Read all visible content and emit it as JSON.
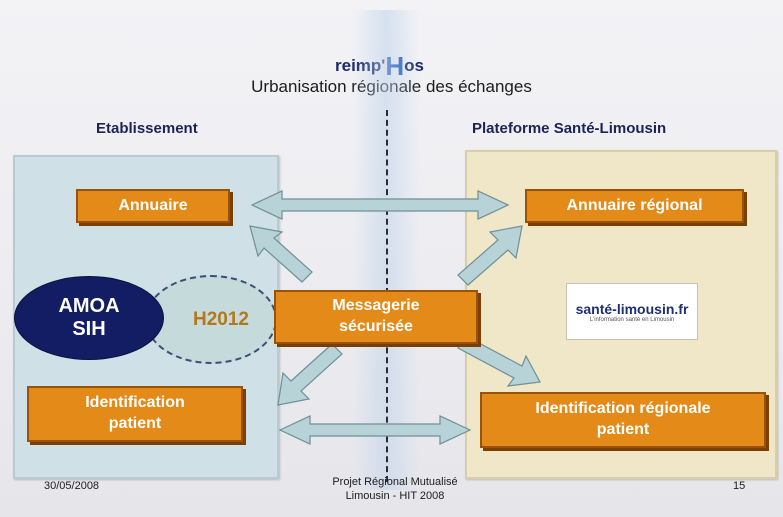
{
  "header": {
    "logo_prefix": "reimp'",
    "logo_h": "H",
    "logo_suffix": "os",
    "subtitle": "Urbanisation régionale des échanges"
  },
  "left_column": {
    "title": "Etablissement",
    "directory": "Annuaire",
    "amoa": [
      "AMOA",
      "SIH"
    ],
    "h2012": "H2012",
    "identification": [
      "Identification",
      "patient"
    ]
  },
  "center": {
    "messaging": [
      "Messagerie",
      "sécurisée"
    ]
  },
  "right_column": {
    "title": "Plateforme Santé-Limousin",
    "directory": "Annuaire régional",
    "badge_name": "santé-limousin.fr",
    "badge_tagline": "L'information santé en Limousin",
    "identification": [
      "Identification régionale",
      "patient"
    ]
  },
  "footer": {
    "date": "30/05/2008",
    "project": [
      "Projet Régional Mutualisé",
      "Limousin - HIT 2008"
    ],
    "page": "15"
  },
  "colors": {
    "orange": "#e38a18",
    "arrow": "#b8d3d8",
    "left_panel": "#cfe0e6",
    "right_panel": "#efe7c8",
    "amoa": "#121d63"
  }
}
